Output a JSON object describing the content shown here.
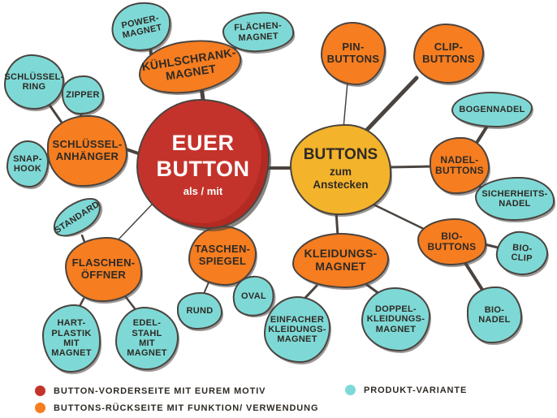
{
  "title": "Button Produkt Mindmap",
  "colors": {
    "front_red": "#c4332b",
    "back_orange": "#f67d20",
    "variant_cyan": "#7ed9d6",
    "anstecken_yellow": "#f3b32b",
    "outline": "#4a4440",
    "text_dark": "#2e2a25",
    "text_light": "#ffffff"
  },
  "center_red": {
    "line1": "EUER",
    "line2": "BUTTON",
    "subtitle": "als / mit"
  },
  "center_yellow": {
    "line1": "BUTTONS",
    "subtitle": "zum\nAnstecken"
  },
  "nodes": {
    "kuehlschrank": "KÜHLSCHRANK-\nMAGNET",
    "power": "POWER-\nMAGNET",
    "flaechen": "FLÄCHEN-\nMAGNET",
    "schluessel_anhaenger": "SCHLÜSSEL-\nANHÄNGER",
    "schluessel_ring": "SCHLÜSSEL-\nRING",
    "zipper": "ZIPPER",
    "snap_hook": "SNAP-\nHOOK",
    "flaschen_oeffner": "FLASCHEN-\nÖFFNER",
    "standard": "STANDARD",
    "hart_plastik": "HART-\nPLASTIK\nMIT\nMAGNET",
    "edel_stahl": "EDEL-\nSTAHL\nMIT\nMAGNET",
    "taschen_spiegel": "TASCHEN-\nSPIEGEL",
    "rund": "RUND",
    "oval": "OVAL",
    "pin": "PIN-\nBUTTONS",
    "clip": "CLIP-\nBUTTONS",
    "nadel": "NADEL-\nBUTTONS",
    "bogennadel": "BOGENNADEL",
    "sicherheits": "SICHERHEITS-\nNADEL",
    "bio": "BIO-\nBUTTONS",
    "bio_clip": "BIO-\nCLIP",
    "bio_nadel": "BIO-\nNADEL",
    "kleidungs": "KLEIDUNGS-\nMAGNET",
    "einfacher": "EINFACHER\nKLEIDUNGS-\nMAGNET",
    "doppel": "DOPPEL-\nKLEIDUNGS-\nMAGNET"
  },
  "hierarchy": {
    "EUER BUTTON als / mit": {
      "KÜHLSCHRANK-MAGNET": [
        "POWER-MAGNET",
        "FLÄCHEN-MAGNET"
      ],
      "SCHLÜSSEL-ANHÄNGER": [
        "SCHLÜSSEL-RING",
        "ZIPPER",
        "SNAP-HOOK"
      ],
      "FLASCHEN-ÖFFNER": [
        "STANDARD",
        "HART-PLASTIK MIT MAGNET",
        "EDEL-STAHL MIT MAGNET"
      ],
      "TASCHEN-SPIEGEL": [
        "RUND",
        "OVAL"
      ],
      "BUTTONS zum Anstecken": {
        "PIN-BUTTONS": [],
        "CLIP-BUTTONS": [],
        "NADEL-BUTTONS": [
          "BOGENNADEL",
          "SICHERHEITS-NADEL"
        ],
        "BIO-BUTTONS": [
          "BIO-CLIP",
          "BIO-NADEL"
        ],
        "KLEIDUNGS-MAGNET": [
          "EINFACHER KLEIDUNGS-MAGNET",
          "DOPPEL-KLEIDUNGS-MAGNET"
        ]
      }
    }
  },
  "legend": {
    "front": "BUTTON-VORDERSEITE MIT EUREM MOTIV",
    "back": "BUTTONS-RÜCKSEITE MIT FUNKTION/ VERWENDUNG",
    "variant": "PRODUKT-VARIANTE"
  }
}
